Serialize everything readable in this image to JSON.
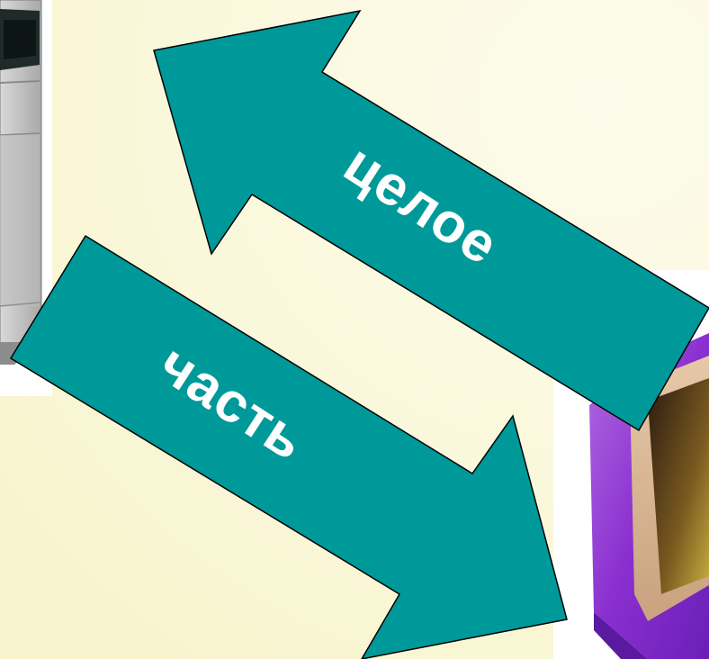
{
  "slide": {
    "background_color": "#fbf8d8",
    "arrow_color": "#00999a",
    "arrow_stroke": "#000000",
    "text_color": "#ffffff"
  },
  "arrows": {
    "whole": {
      "label": "целое",
      "direction": "up-left"
    },
    "part": {
      "label": "часть",
      "direction": "down-right"
    }
  },
  "images": {
    "left": {
      "icon": "computer-case-icon"
    },
    "right": {
      "icon": "crt-monitor-icon"
    }
  }
}
